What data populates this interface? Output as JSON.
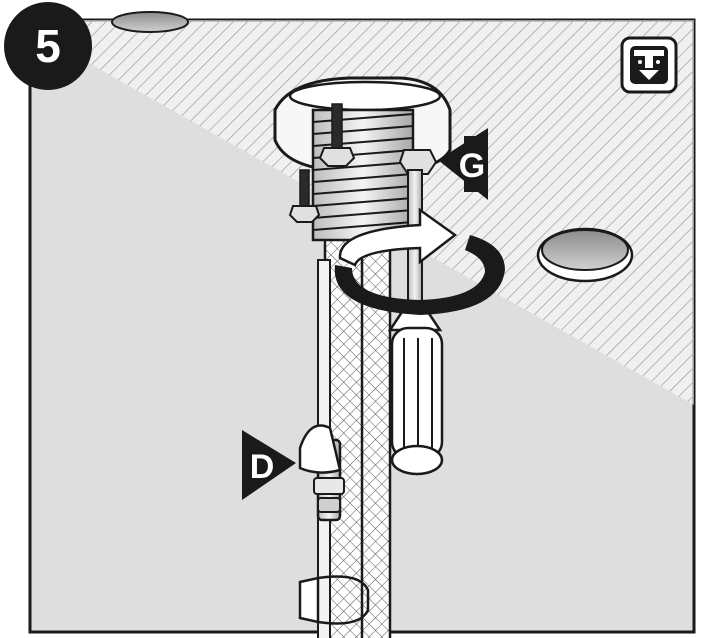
{
  "step": {
    "number": "5"
  },
  "callouts": [
    {
      "id": "G",
      "label": "G"
    },
    {
      "id": "D",
      "label": "D"
    }
  ],
  "icons": {
    "corner": "under-sink-install-icon",
    "rotation": "clockwise-rotation-arrow-icon",
    "tool": "screwdriver-icon"
  },
  "colors": {
    "background_panel": "#dedede",
    "hatch_region": "#ffffff",
    "outline": "#1a1a1a",
    "badge": "#1a1a1a"
  }
}
